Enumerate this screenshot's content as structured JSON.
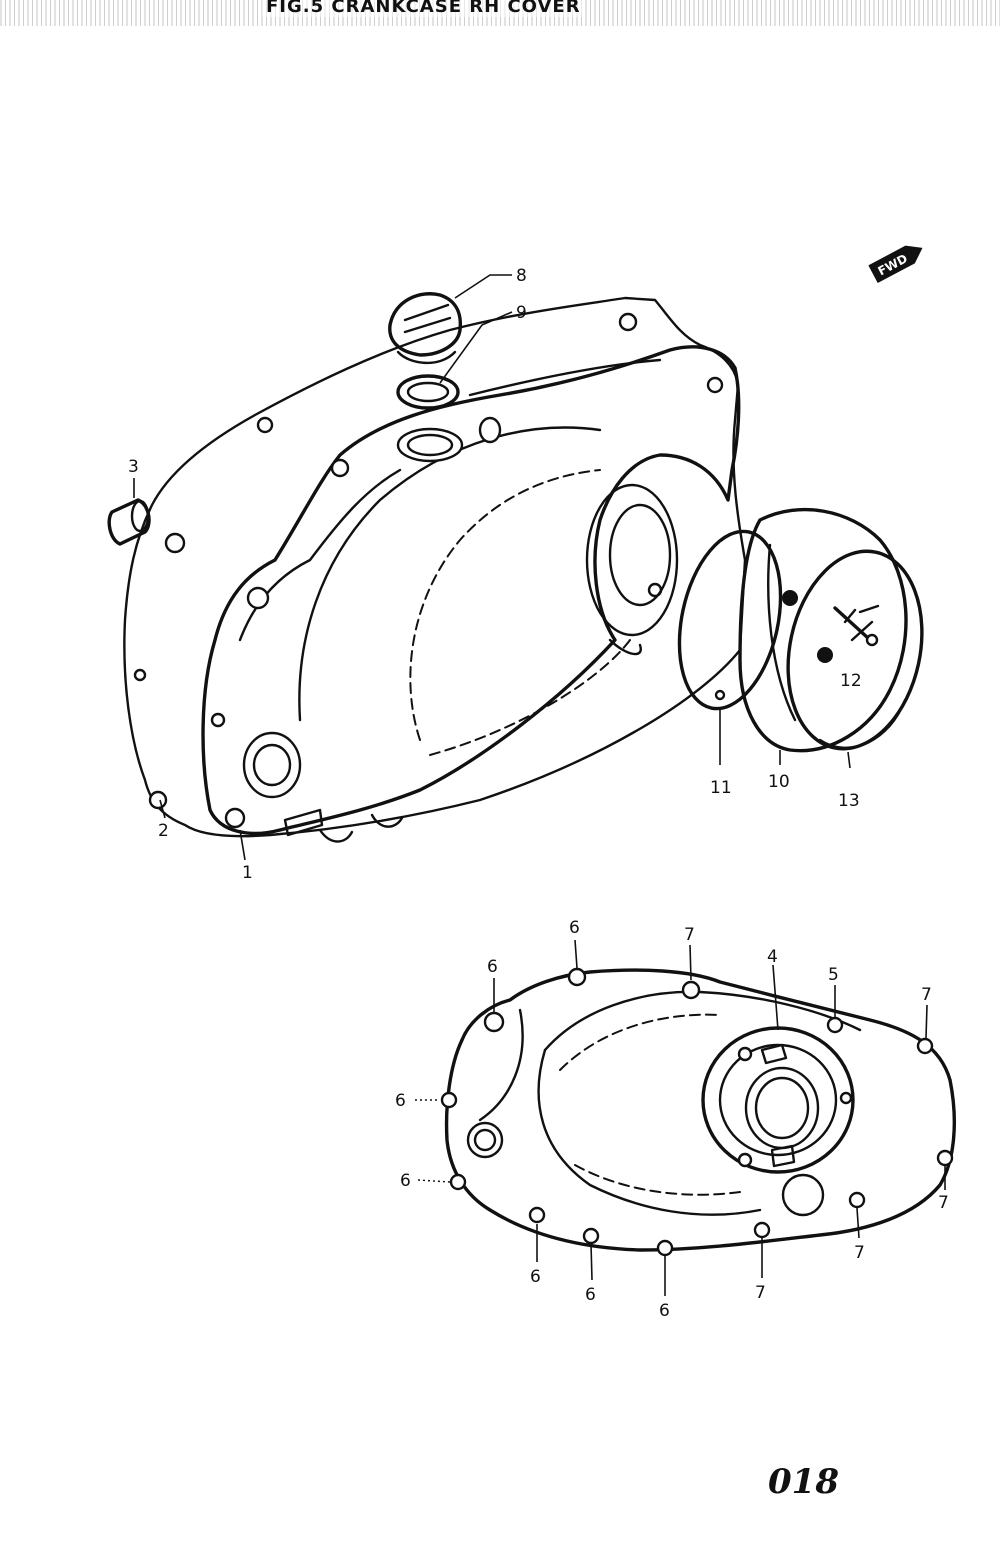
{
  "title": "FIG.5  CRANKCASE RH COVER",
  "page_code": "018",
  "fwd_label": "FWD",
  "callouts": {
    "c1": "1",
    "c2": "2",
    "c3": "3",
    "c4": "4",
    "c5": "5",
    "c6a": "6",
    "c6b": "6",
    "c6c": "6",
    "c6d": "6",
    "c6e": "6",
    "c6f": "6",
    "c6g": "6",
    "c7a": "7",
    "c7b": "7",
    "c7c": "7",
    "c7d": "7",
    "c7e": "7",
    "c8": "8",
    "c9": "9",
    "c10": "10",
    "c11": "11",
    "c12": "12",
    "c13": "13"
  }
}
